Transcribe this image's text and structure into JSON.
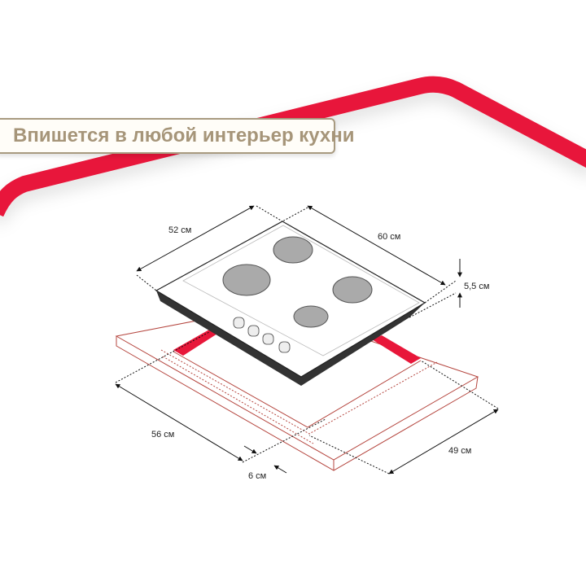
{
  "banner": {
    "text": "Впишется в любой интерьер кухни"
  },
  "dimensions": {
    "depth_top": "52 см",
    "width_top": "60 см",
    "height": "5,5 см",
    "cutout_width": "56 см",
    "cutout_depth": "49 см",
    "offset": "6 см"
  },
  "colors": {
    "accent": "#e8173a",
    "banner_text": "#a69579",
    "outline": "#b5463f"
  }
}
